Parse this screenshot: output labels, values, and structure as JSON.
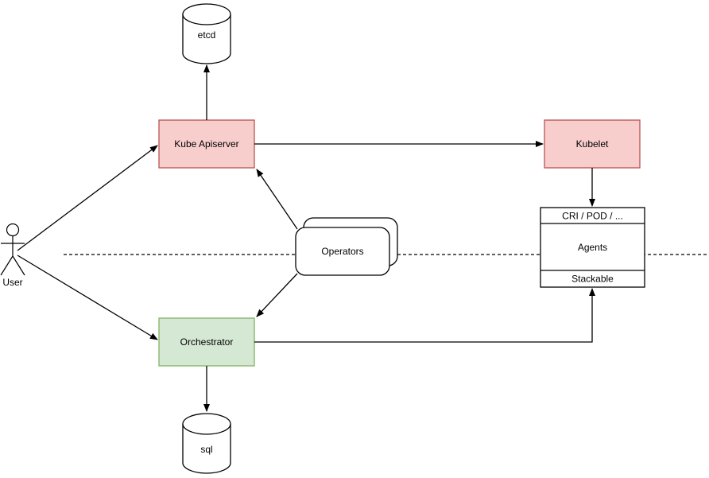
{
  "diagram": {
    "nodes": {
      "user": {
        "label": "User",
        "shape": "actor"
      },
      "etcd": {
        "label": "etcd",
        "shape": "cylinder"
      },
      "kube_apiserver": {
        "label": "Kube Apiserver",
        "shape": "rectangle",
        "fill": "red"
      },
      "kubelet": {
        "label": "Kubelet",
        "shape": "rectangle",
        "fill": "red"
      },
      "operators": {
        "label": "Operators",
        "shape": "stacked-rounded-rectangles"
      },
      "orchestrator": {
        "label": "Orchestrator",
        "shape": "rectangle",
        "fill": "green"
      },
      "sql": {
        "label": "sql",
        "shape": "cylinder"
      },
      "stack": {
        "header": "CRI / POD / ...",
        "body": "Agents",
        "footer": "Stackable",
        "shape": "class-box"
      }
    },
    "edges": [
      {
        "from": "user",
        "to": "kube_apiserver",
        "arrow": "end",
        "routing": "straight"
      },
      {
        "from": "user",
        "to": "orchestrator",
        "arrow": "end",
        "routing": "straight"
      },
      {
        "from": "kube_apiserver",
        "to": "etcd",
        "arrow": "end",
        "routing": "straight"
      },
      {
        "from": "kube_apiserver",
        "to": "kubelet",
        "arrow": "end",
        "routing": "straight"
      },
      {
        "from": "kubelet",
        "to": "stack",
        "arrow": "end",
        "routing": "straight"
      },
      {
        "from": "operators",
        "to": "kube_apiserver",
        "arrow": "end",
        "routing": "straight"
      },
      {
        "from": "operators",
        "to": "orchestrator",
        "arrow": "end",
        "routing": "straight"
      },
      {
        "from": "orchestrator",
        "to": "sql",
        "arrow": "end",
        "routing": "straight"
      },
      {
        "from": "orchestrator",
        "to": "stack",
        "arrow": "end",
        "routing": "orthogonal"
      }
    ],
    "separator": {
      "style": "dashed",
      "orientation": "horizontal"
    },
    "colors": {
      "red_fill": "#f8cecc",
      "red_stroke": "#b85450",
      "green_fill": "#d5e8d4",
      "green_stroke": "#82b366",
      "line": "#000000",
      "shape_stroke": "#000000",
      "bg": "#ffffff"
    }
  }
}
